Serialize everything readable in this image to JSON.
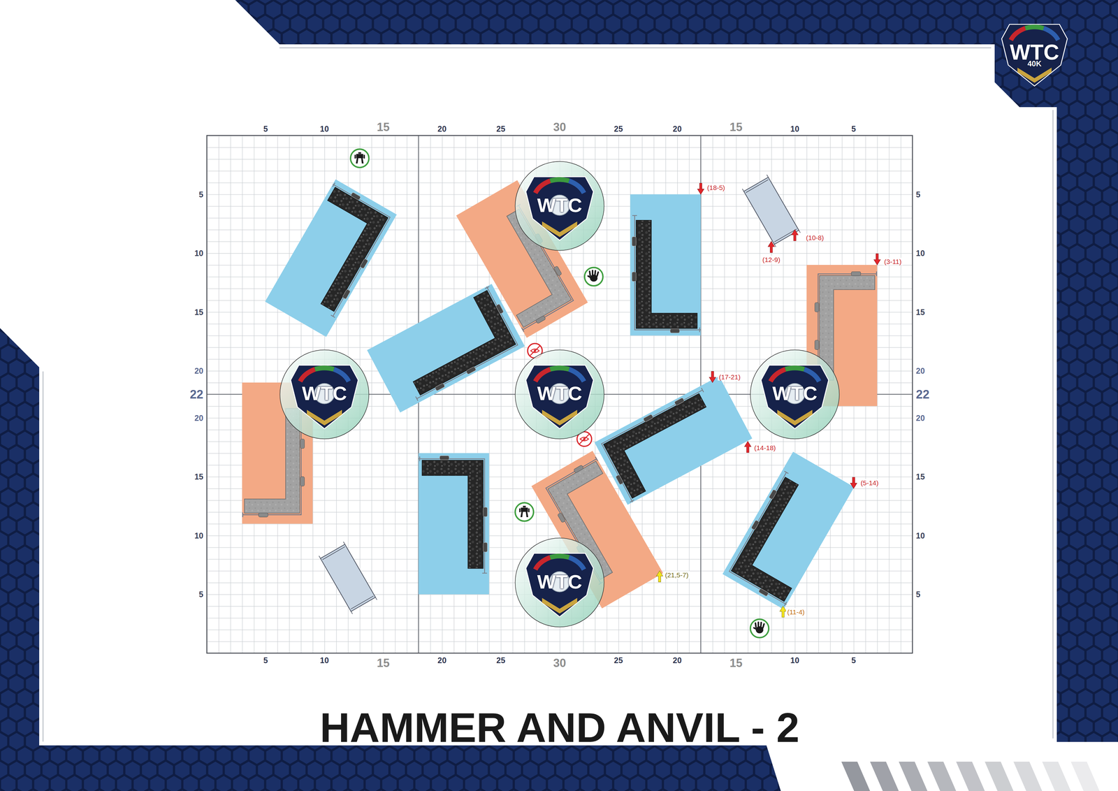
{
  "diagram": {
    "title": "HAMMER AND ANVIL - 2",
    "nodes": [
      {
        "text": [
          "WTC",
          "40K"
        ]
      },
      {
        "text": [
          "WTC"
        ]
      },
      {
        "text": [
          "WTC"
        ]
      },
      {
        "text": [
          "WTC"
        ]
      },
      {
        "text": [
          "WTC"
        ]
      },
      {
        "text": [
          "WTC"
        ]
      }
    ],
    "labels": [
      "5",
      "10",
      "15",
      "20",
      "25",
      "30",
      "25",
      "20",
      "15",
      "10",
      "5",
      "5",
      "10",
      "15",
      "20",
      "22",
      "20",
      "15",
      "10",
      "5",
      "5",
      "10",
      "15",
      "20",
      "22",
      "20",
      "15",
      "10",
      "5",
      "5",
      "10",
      "15",
      "20",
      "25",
      "30",
      "25",
      "20",
      "15",
      "10",
      "5",
      "(18-5)",
      "(10-8)",
      "(12-9)",
      "(3-11)",
      "(17-21)",
      "(14-18)",
      "(5-14)",
      "(21,5-7)",
      "(11-4)"
    ]
  }
}
